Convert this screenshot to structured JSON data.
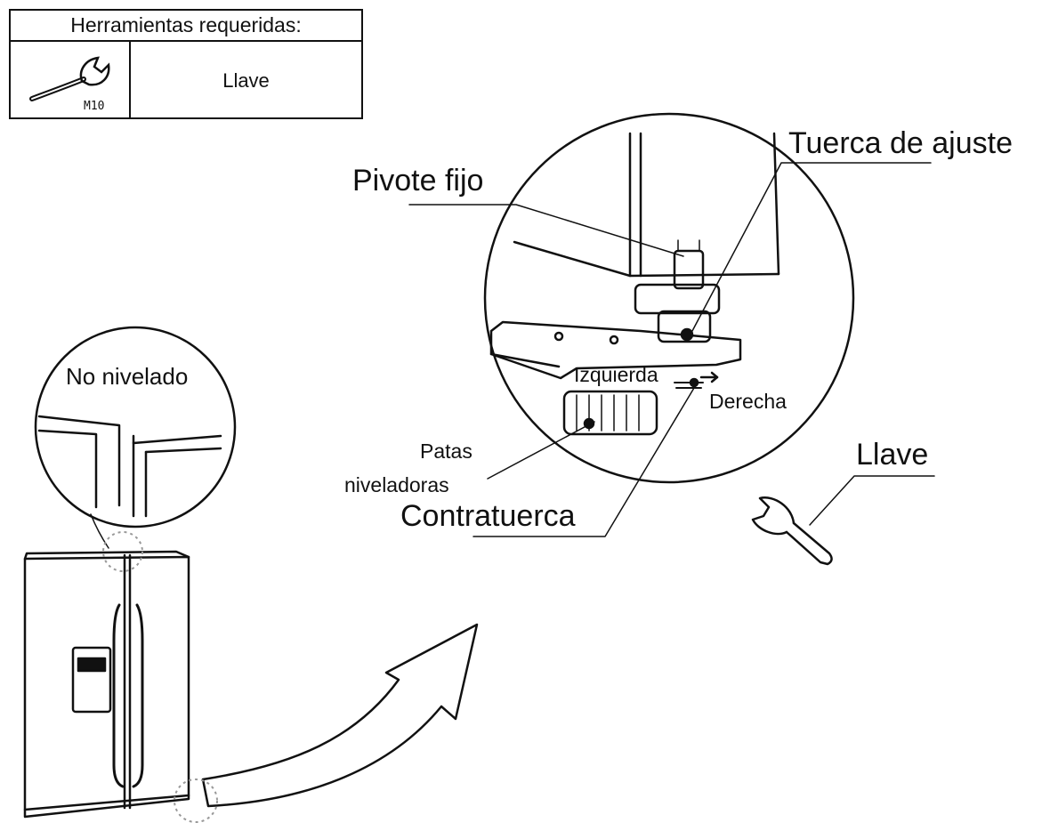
{
  "tools_table": {
    "header": "Herramientas requeridas:",
    "tool_name": "Llave",
    "tool_icon": "wrench-icon",
    "tool_size": "M10"
  },
  "labels": {
    "no_nivelado": "No nivelado",
    "pivote_fijo": "Pivote fijo",
    "tuerca_de_ajuste": "Tuerca de ajuste",
    "izquierda": "Izquierda",
    "derecha": "Derecha",
    "patas_line1": "Patas",
    "patas_line2": "niveladoras",
    "contratuerca": "Contratuerca",
    "llave": "Llave"
  },
  "colors": {
    "line": "#111111",
    "background": "#ffffff",
    "dotted": "#999999"
  }
}
